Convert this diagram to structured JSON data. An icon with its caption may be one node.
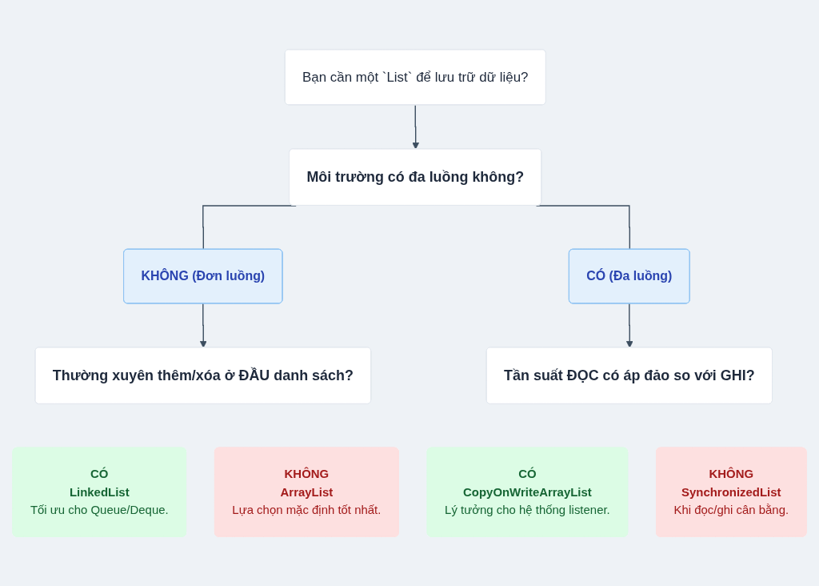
{
  "diagram": {
    "nodes": [
      {
        "text": [
          "Bạn cần một `List` để lưu trữ dữ liệu?"
        ]
      },
      {
        "text": [
          "Môi trường có đa luồng không?"
        ]
      },
      {
        "text": [
          "KHÔNG (Đơn luồng)"
        ]
      },
      {
        "text": [
          "CÓ (Đa luồng)"
        ]
      },
      {
        "text": [
          "Thường xuyên thêm/xóa ở ĐẦU danh sách?"
        ]
      },
      {
        "text": [
          "Tần suất ĐỌC có áp đảo so với GHI?"
        ]
      },
      {
        "text": [
          "CÓ",
          "LinkedList",
          "Tối ưu cho Queue/Deque."
        ]
      },
      {
        "text": [
          "KHÔNG",
          "ArrayList",
          "Lựa chọn mặc định tốt nhất."
        ]
      },
      {
        "text": [
          "CÓ",
          "CopyOnWriteArrayList",
          "Lý tưởng cho hệ thống listener."
        ]
      },
      {
        "text": [
          "KHÔNG",
          "SynchronizedList",
          "Khi đọc/ghi cân bằng."
        ]
      }
    ],
    "edges": [
      {
        "from": 0,
        "to": 1,
        "arrow": "to"
      },
      {
        "from": 1,
        "to": 2,
        "arrow": "none"
      },
      {
        "from": 1,
        "to": 3,
        "arrow": "none"
      },
      {
        "from": 2,
        "to": 4,
        "arrow": "to"
      },
      {
        "from": 3,
        "to": 5,
        "arrow": "to"
      }
    ]
  }
}
